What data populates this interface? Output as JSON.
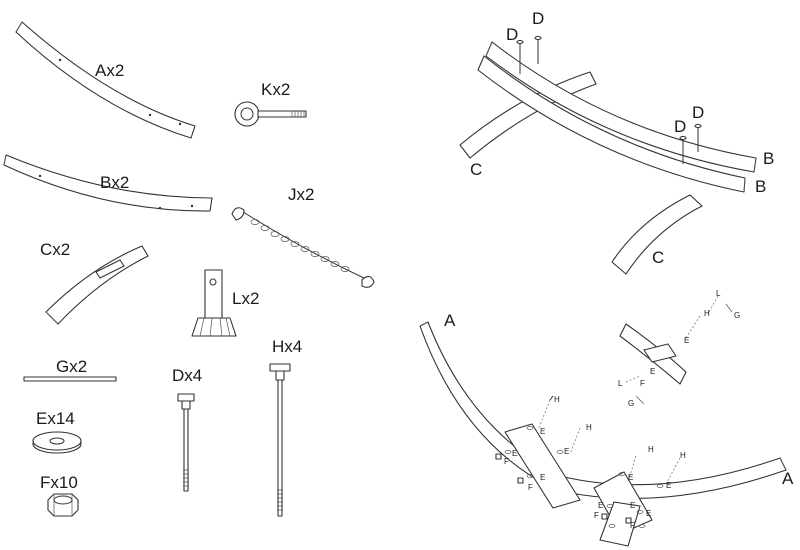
{
  "parts": {
    "A": {
      "label": "Ax2"
    },
    "B": {
      "label": "Bx2"
    },
    "C": {
      "label": "Cx2"
    },
    "G": {
      "label": "Gx2"
    },
    "E": {
      "label": "Ex14"
    },
    "F": {
      "label": "Fx10"
    },
    "K": {
      "label": "Kx2"
    },
    "J": {
      "label": "Jx2"
    },
    "L": {
      "label": "Lx2"
    },
    "D": {
      "label": "Dx4"
    },
    "H": {
      "label": "Hx4"
    }
  },
  "assembly_top": {
    "letter_b": "B",
    "letter_c": "C",
    "letter_d": "D"
  },
  "assembly_bottom": {
    "letter_a": "A",
    "letter_e": "E",
    "letter_f": "F",
    "letter_h": "H",
    "letter_g": "G",
    "letter_l": "L"
  },
  "colors": {
    "line": "#333333",
    "fill": "#ffffff",
    "text": "#1a1a1a"
  }
}
